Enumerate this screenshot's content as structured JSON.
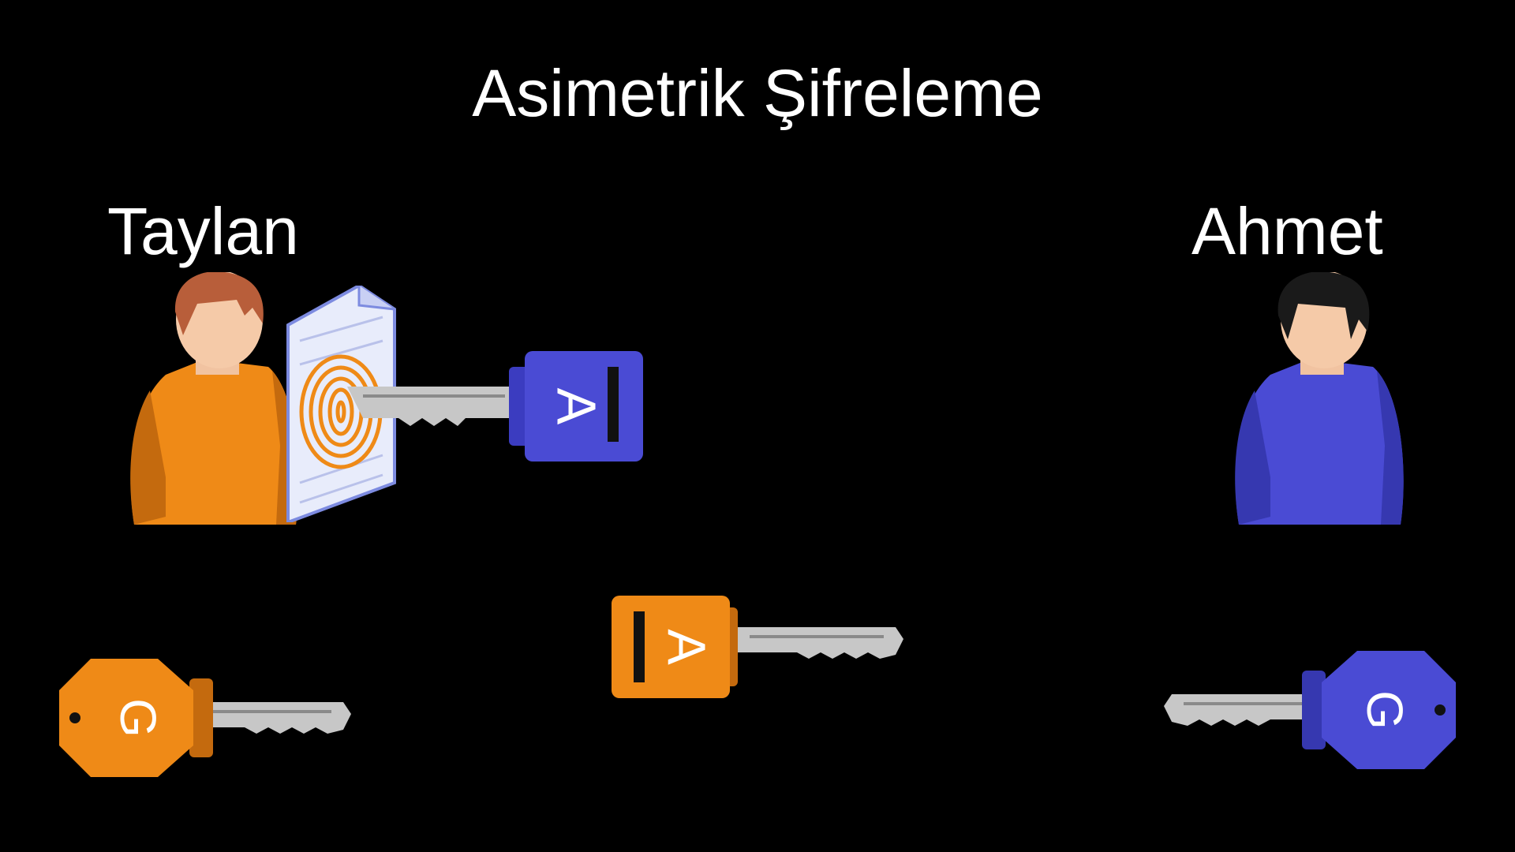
{
  "title": "Asimetrik Şifreleme",
  "people": {
    "left": {
      "name": "Taylan",
      "shirt_color": "#ef8a17",
      "hair_color": "#b85e3a"
    },
    "right": {
      "name": "Ahmet",
      "shirt_color": "#4a4bd4",
      "hair_color": "#1a1a1a"
    }
  },
  "keys": {
    "taylan_private": {
      "letter": "A",
      "color": "#4a4bd4",
      "icon": "key-icon"
    },
    "taylan_public": {
      "letter": "G",
      "color": "#ef8a17",
      "icon": "key-icon"
    },
    "shared_key": {
      "letter": "A",
      "color": "#ef8a17",
      "icon": "key-icon"
    },
    "ahmet_public": {
      "letter": "G",
      "color": "#4a4bd4",
      "icon": "key-icon"
    }
  },
  "document": {
    "icon": "fingerprint-document-icon"
  },
  "colors": {
    "background": "#000000",
    "text": "#ffffff",
    "key_blade": "#c7c7c7"
  }
}
